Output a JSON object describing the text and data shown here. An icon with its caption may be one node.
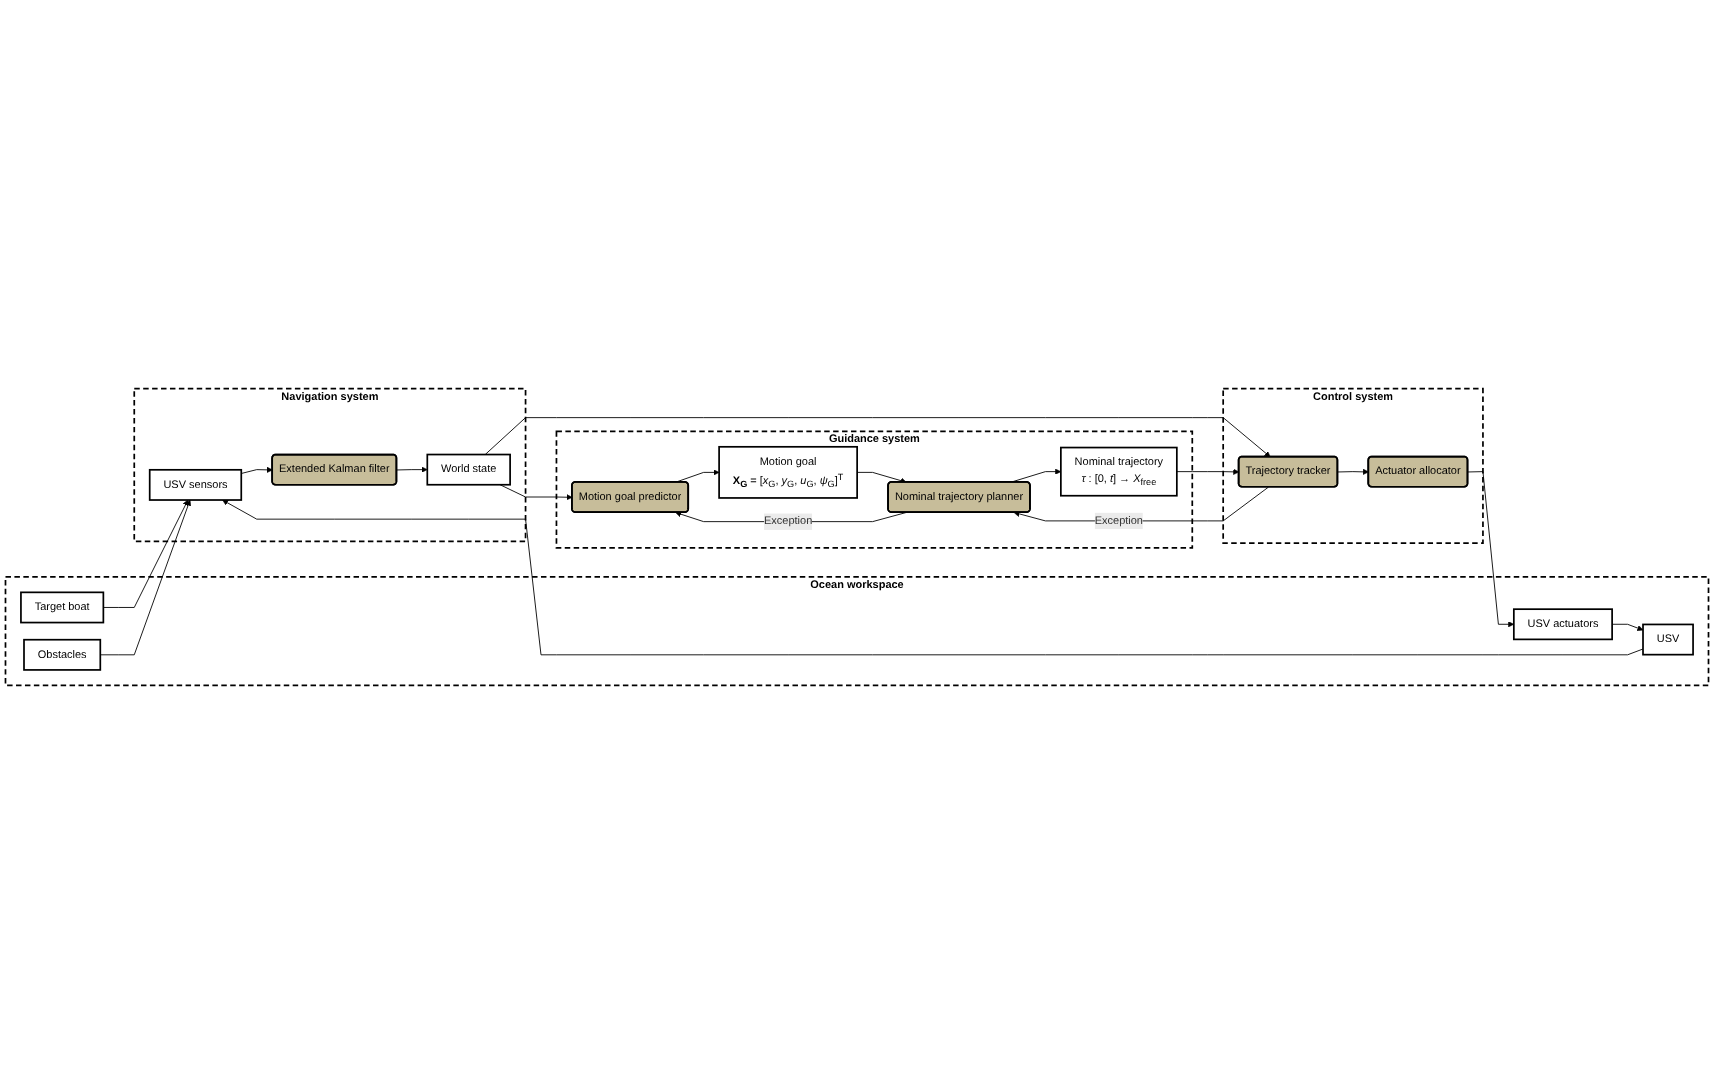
{
  "diagram": {
    "nodes": [
      {
        "text": [
          "Ocean workspace"
        ]
      },
      {
        "text": [
          "Target boat"
        ],
        "in": 0
      },
      {
        "text": [
          "Obstacles"
        ],
        "in": 0
      },
      {
        "text": [
          "USV"
        ],
        "in": 0
      },
      {
        "text": [
          "USV actuators"
        ],
        "in": 0
      },
      {
        "text": [
          "Navigation system"
        ]
      },
      {
        "text": [
          "USV sensors"
        ],
        "in": 5
      },
      {
        "text": [
          "Extended Kalman filter"
        ],
        "in": 5
      },
      {
        "text": [
          "World state"
        ],
        "in": 5
      },
      {
        "text": [
          "Guidance system"
        ]
      },
      {
        "text": [
          "Motion goal predictor"
        ],
        "in": 9
      },
      {
        "text": [
          "Motion goal",
          "**X$_{G}$** = [*x*$_{G}$, *y*$_{G}$, *u*$_{G}$, *ψ*$_{G}$]$^{T}$"
        ],
        "in": 9
      },
      {
        "text": [
          "Nominal trajectory planner"
        ],
        "in": 9
      },
      {
        "text": [
          "Nominal trajectory",
          "*τ* : [0, *t*] → *X*$_{free}$"
        ],
        "in": 9
      },
      {
        "text": [
          "Control system"
        ]
      },
      {
        "text": [
          "Trajectory tracker"
        ],
        "in": 14
      },
      {
        "text": [
          "Actuator allocator"
        ],
        "in": 14
      }
    ],
    "edges": [
      {
        "from": 1,
        "to": 6,
        "arrow": "to"
      },
      {
        "from": 2,
        "to": 6,
        "arrow": "to"
      },
      {
        "from": 3,
        "to": 6,
        "arrow": "to"
      },
      {
        "from": 6,
        "to": 7,
        "arrow": "to"
      },
      {
        "from": 7,
        "to": 8,
        "arrow": "to"
      },
      {
        "from": 8,
        "to": 10,
        "arrow": "to"
      },
      {
        "from": 8,
        "to": 15,
        "arrow": "to"
      },
      {
        "from": 10,
        "to": 11,
        "arrow": "to"
      },
      {
        "from": 11,
        "to": 12,
        "arrow": "to"
      },
      {
        "from": 12,
        "to": 13,
        "arrow": "to"
      },
      {
        "from": 12,
        "to": 10,
        "arrow": "to",
        "label": "Exception"
      },
      {
        "from": 13,
        "to": 15,
        "arrow": "to"
      },
      {
        "from": 15,
        "to": 12,
        "arrow": "to",
        "label": "Exception"
      },
      {
        "from": 15,
        "to": 16,
        "arrow": "to"
      },
      {
        "from": 16,
        "to": 4,
        "arrow": "to"
      },
      {
        "from": 4,
        "to": 3,
        "arrow": "to"
      }
    ]
  }
}
